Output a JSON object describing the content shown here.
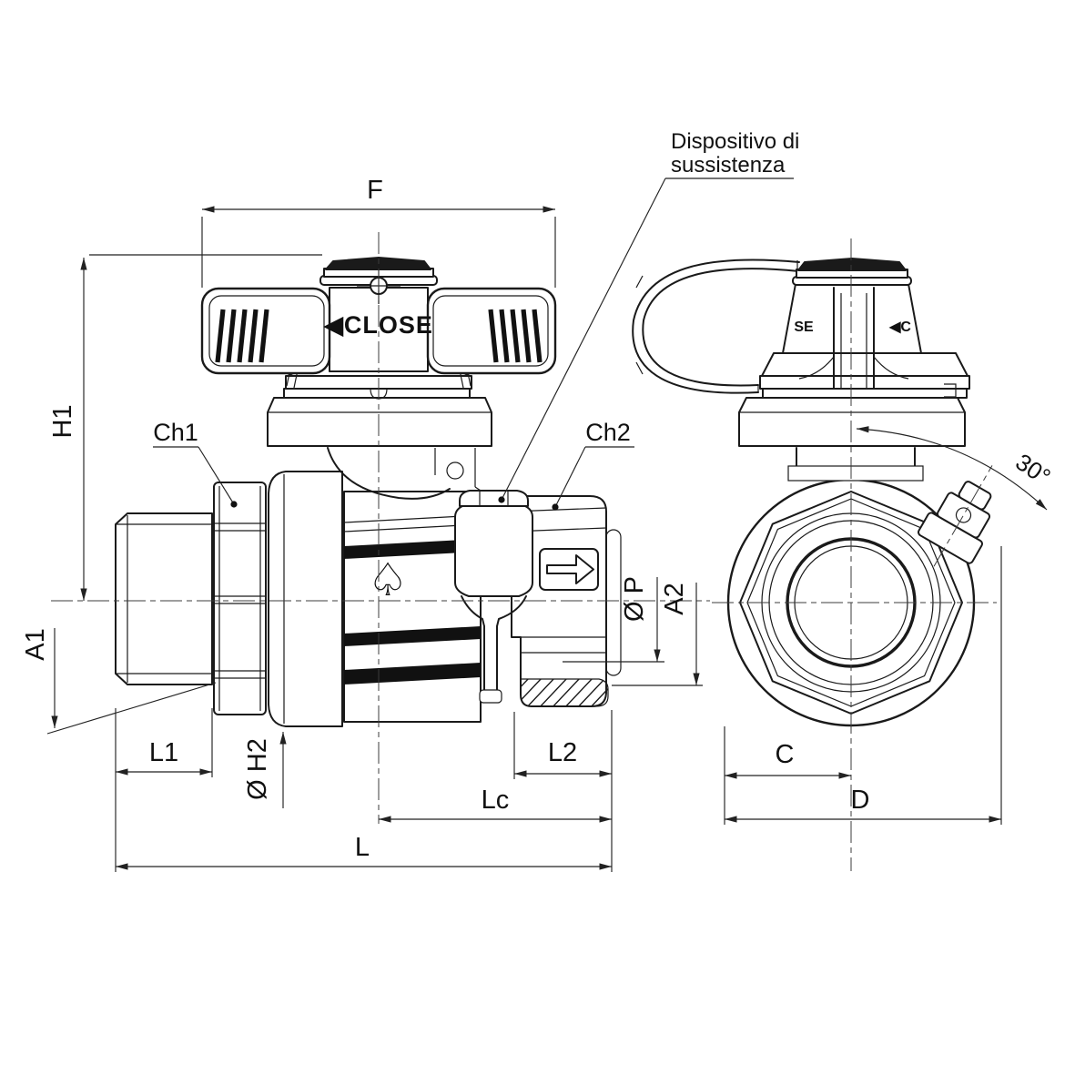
{
  "drawing_title": "Ball valve technical drawing - front and side views",
  "annotation": {
    "line1": "Dispositivo di",
    "line2": "sussistenza"
  },
  "handle": {
    "close_text": "◀CLOSE",
    "side_left_fragment": "SE",
    "side_right_fragment": "◀C"
  },
  "symbols": {
    "spade": "♤",
    "flow_arrow": "right-block-arrow"
  },
  "dimensions": {
    "f": "F",
    "h1": "H1",
    "ch1": "Ch1",
    "ch2": "Ch2",
    "a1": "A1",
    "l1": "L1",
    "dh2": "Ø H2",
    "l2": "L2",
    "lc": "Lc",
    "l": "L",
    "dp": "Ø P",
    "a2": "A2",
    "c": "C",
    "d": "D",
    "angle": "30°"
  },
  "colors": {
    "line": "#1a1a1a",
    "dim_line": "#222222",
    "background": "#ffffff"
  }
}
